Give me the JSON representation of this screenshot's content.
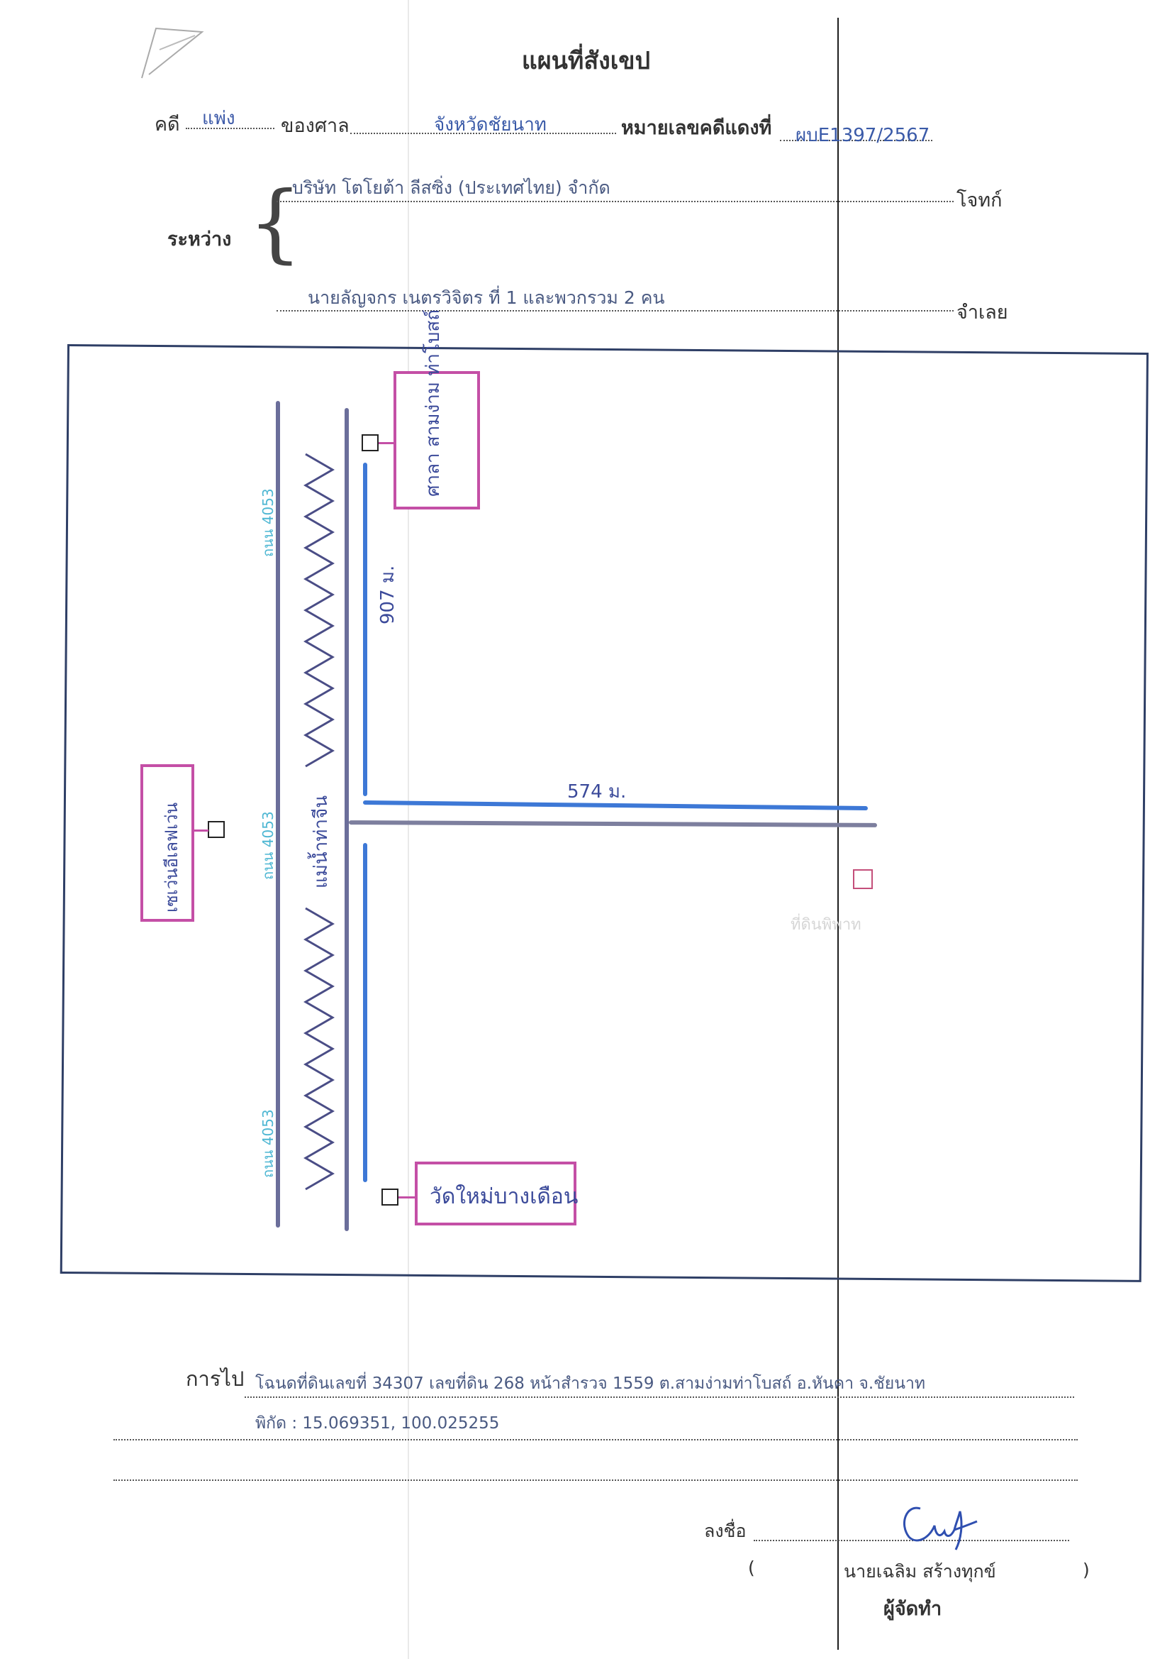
{
  "document": {
    "title": "แผนที่สังเขป",
    "case_label": "คดี",
    "case_type": "แพ่ง",
    "court_label": "ของศาล",
    "court_name": "จังหวัดชัยนาท",
    "red_case_label": "หมายเลขคดีแดงที่",
    "red_case_number": "ผบE1397/2567",
    "between_label": "ระหว่าง",
    "plaintiff": "บริษัท โตโยต้า ลีสซิ่ง (ประเทศไทย) จำกัด",
    "plaintiff_label": "โจทก์",
    "defendant": "นายลัญจกร เนตรวิจิตร ที่ 1 และพวกรวม 2 คน",
    "defendant_label": "จำเลย"
  },
  "map": {
    "top_place": "ศาลา สามง่าม ท่าโบสถ์",
    "left_place": "เซเว่นอีเลฟเว่น",
    "bottom_place": "วัดใหม่บางเดือน",
    "road_label_top": "ถนน 4053",
    "road_label_mid": "ถนน 4053",
    "road_label_bottom": "ถนน 4053",
    "river_label": "แม่น้ำท่าจีน",
    "distance_vertical": "907 ม.",
    "distance_horizontal": "574 ม.",
    "faded_label": "ที่ดินพิพาท"
  },
  "directions": {
    "label": "การไป",
    "text": "โฉนดที่ดินเลขที่ 34307 เลขที่ดิน 268 หน้าสำรวจ 1559 ต.สามง่ามท่าโบสถ์ อ.หันคา จ.ชัยนาท",
    "coordinates": "พิกัด : 15.069351, 100.025255"
  },
  "signature": {
    "sign_label": "ลงชื่อ",
    "open_paren": "(",
    "name": "นายเฉลิม สร้างทุกข์",
    "close_paren": ")",
    "role": "ผู้จัดทำ"
  },
  "colors": {
    "frame": "#2f3f66",
    "road": "#6b6e9a",
    "blue_line": "#3d78d6",
    "pink_box": "#c44fa6",
    "cyan_text": "#4fb7d3"
  }
}
